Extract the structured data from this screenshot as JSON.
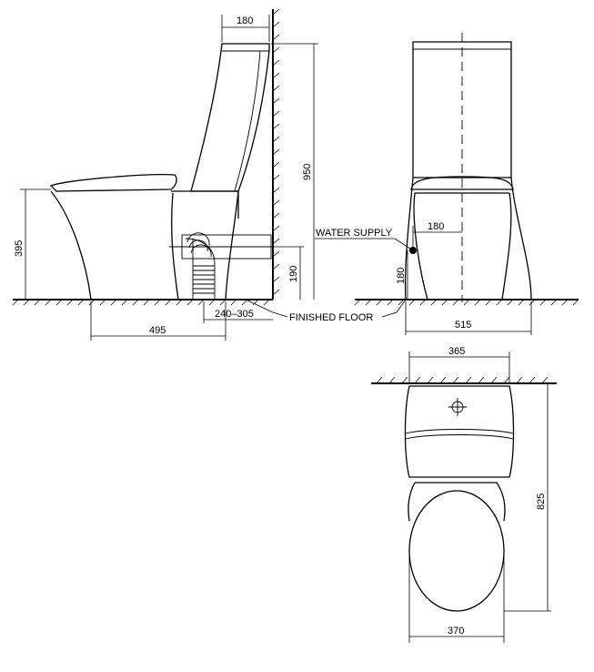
{
  "dimensions": {
    "side_tank_depth": "180",
    "side_height": "950",
    "side_seat_height": "395",
    "side_outlet_height": "190",
    "side_length": "495",
    "side_rough_in": "240–305",
    "front_supply_offset": "180",
    "front_supply_height": "180",
    "front_width": "515",
    "top_tank_width": "365",
    "top_length": "825",
    "top_bowl_width": "370"
  },
  "labels": {
    "water_supply": "WATER SUPPLY",
    "finished_floor": "FINISHED FLOOR"
  }
}
